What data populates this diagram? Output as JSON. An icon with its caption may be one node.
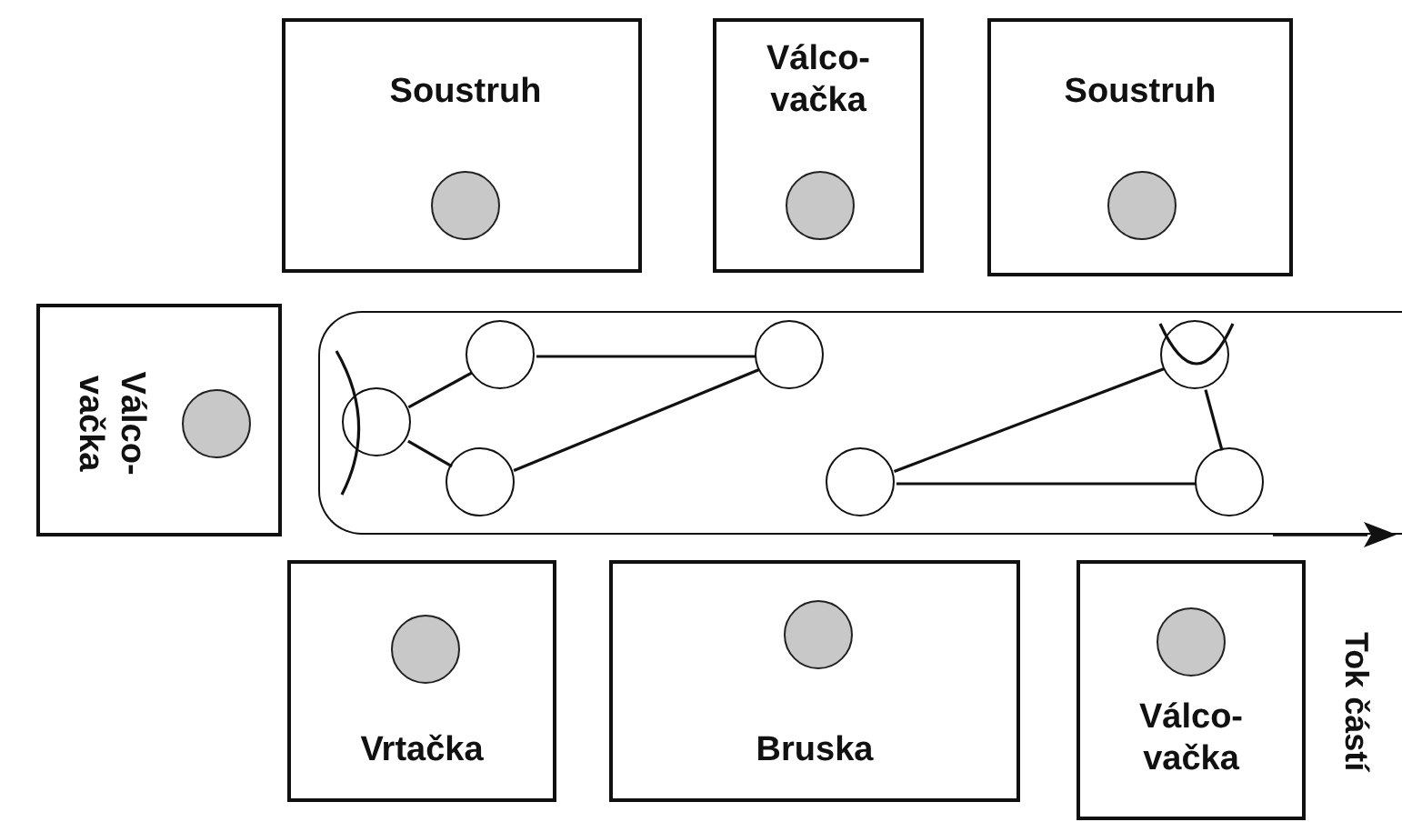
{
  "diagram": {
    "nodes": [
      {
        "text": [
          "Soustruh"
        ]
      },
      {
        "text": [
          "Válco- vačka"
        ]
      },
      {
        "text": [
          "Soustruh"
        ]
      },
      {
        "text": [
          "Válco- vačka"
        ]
      },
      {
        "text": [
          "Vrtačka"
        ]
      },
      {
        "text": [
          "Bruska"
        ]
      },
      {
        "text": [
          "Válco- vačka"
        ]
      },
      {
        "text": [],
        "shape": "box"
      },
      {
        "text": [],
        "shape": "circle",
        "in": 7
      },
      {
        "text": [],
        "shape": "circle",
        "in": 7
      },
      {
        "text": [],
        "shape": "circle",
        "in": 7
      },
      {
        "text": [],
        "shape": "circle",
        "in": 7
      },
      {
        "text": [],
        "shape": "circle",
        "in": 7
      },
      {
        "text": [],
        "shape": "circle",
        "in": 7
      },
      {
        "text": [],
        "shape": "circle",
        "in": 7
      }
    ],
    "edges": [
      {
        "from": 8,
        "to": 10,
        "arrow": "none"
      },
      {
        "from": 8,
        "to": 9,
        "arrow": "none"
      },
      {
        "from": 10,
        "to": 11,
        "arrow": "none"
      },
      {
        "from": 9,
        "to": 11,
        "arrow": "none"
      },
      {
        "from": 12,
        "to": 13,
        "arrow": "none"
      },
      {
        "from": 12,
        "to": 14,
        "arrow": "none"
      },
      {
        "from": 13,
        "to": 14,
        "arrow": "none"
      }
    ],
    "labels": [
      "Tok částí"
    ]
  }
}
